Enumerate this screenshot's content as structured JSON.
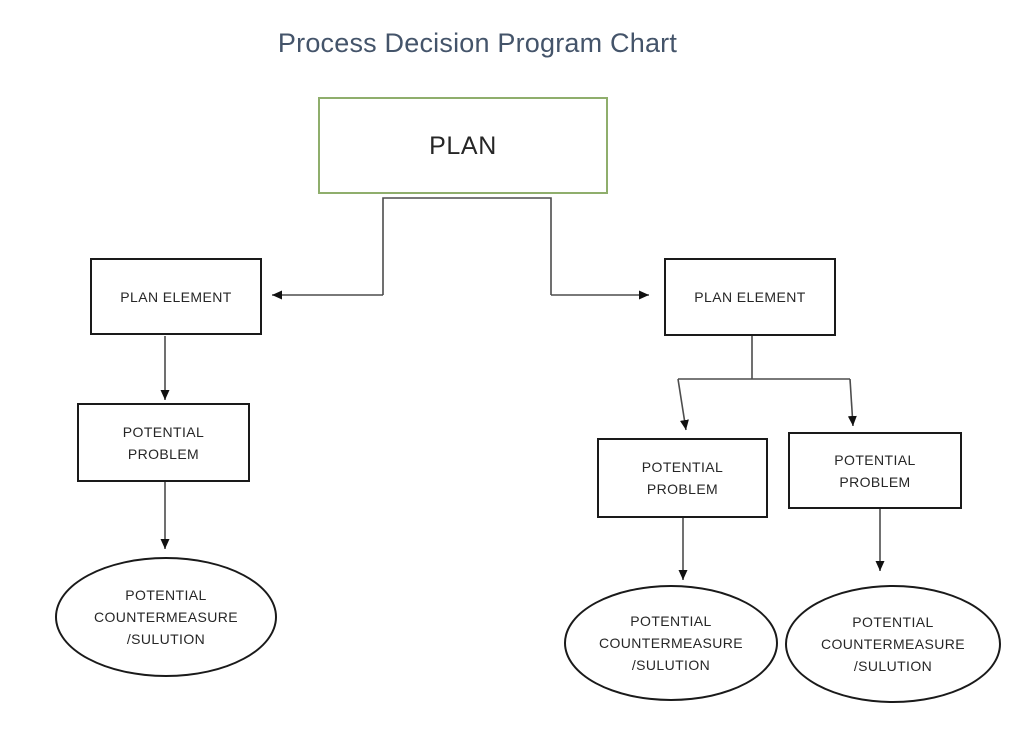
{
  "title": "Process Decision Program Chart",
  "colors": {
    "background": "#FFFFFF",
    "title_text": "#44546A",
    "plan_border": "#8FAE6C",
    "shape_border": "#1A1A1A",
    "shape_text": "#262626",
    "connector": "#4D4D4D",
    "arrowhead": "#111111"
  },
  "nodes": {
    "plan": {
      "label": "PLAN"
    },
    "left": {
      "plan_element": {
        "label": "PLAN ELEMENT"
      },
      "potential_problem": {
        "lines": [
          "POTENTIAL",
          "PROBLEM"
        ]
      },
      "countermeasure": {
        "lines": [
          "POTENTIAL",
          "COUNTERMEASURE",
          "/SULUTION"
        ]
      }
    },
    "right": {
      "plan_element": {
        "label": "PLAN ELEMENT"
      },
      "potential_problem_inner": {
        "lines": [
          "POTENTIAL",
          "PROBLEM"
        ]
      },
      "potential_problem_outer": {
        "lines": [
          "POTENTIAL",
          "PROBLEM"
        ]
      },
      "countermeasure_inner": {
        "lines": [
          "POTENTIAL",
          "COUNTERMEASURE",
          "/SULUTION"
        ]
      },
      "countermeasure_outer": {
        "lines": [
          "POTENTIAL",
          "COUNTERMEASURE",
          "/SULUTION"
        ]
      }
    }
  }
}
